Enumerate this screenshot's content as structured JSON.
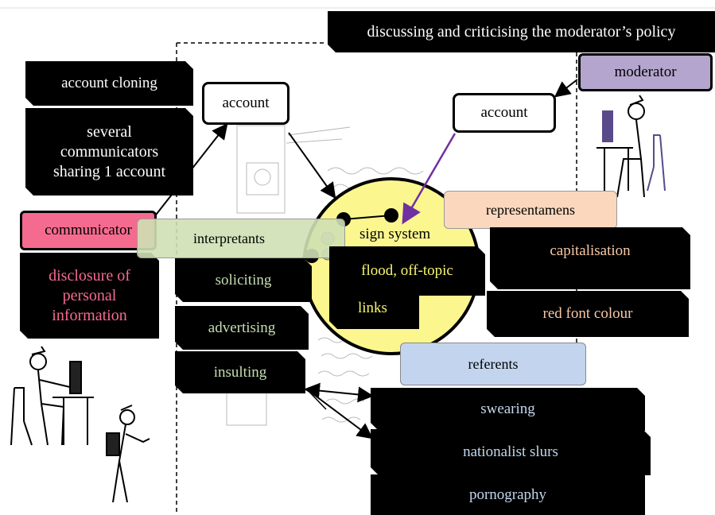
{
  "top_banner": "discussing and criticising the moderator’s policy",
  "moderator": "moderator",
  "account_left": "account",
  "account_right": "account",
  "account_cloning": "account cloning",
  "several_communicators": [
    "several",
    "communicators",
    "sharing 1 account"
  ],
  "communicator": "communicator",
  "disclosure": [
    "disclosure of",
    "personal",
    "information"
  ],
  "interpretants": "interpretants",
  "sign_system": "sign system",
  "representamens": "representamens",
  "referents": "referents",
  "interpretant_items": [
    "soliciting",
    "advertising",
    "insulting"
  ],
  "sign_items": [
    "flood, off-topic",
    "links"
  ],
  "representamen_items": [
    "capitalisation",
    "red font colour"
  ],
  "referent_items": [
    "swearing",
    "nationalist slurs",
    "pornography"
  ],
  "colors": {
    "communicator_pink": "#f56b8f",
    "interpretants_green": "#cfe0b4",
    "representamens_peach": "#fbd8bd",
    "referents_blue": "#c3d5ee",
    "moderator_purple": "#b3a5cd",
    "sign_yellow": "#fbf68e",
    "arrow_purple": "#7030a0",
    "peach_text": "#f9c9a6",
    "green_text": "#c6deb0",
    "blue_text": "#c4d6ee",
    "yellow_text": "#f6f56c"
  }
}
